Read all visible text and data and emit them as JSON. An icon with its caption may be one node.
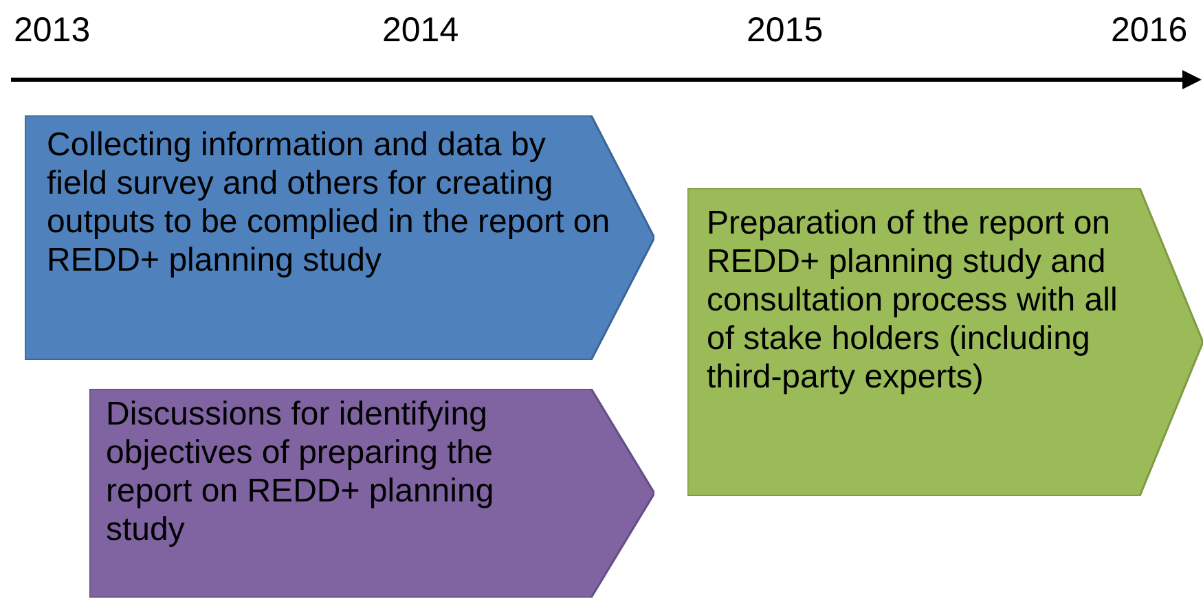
{
  "diagram": {
    "nodes": [
      {
        "text": [
          "Collecting information and data by field survey and others for creating outputs to be complied in the report on REDD+ planning study"
        ]
      },
      {
        "text": [
          "Discussions for identifying objectives of preparing the report on REDD+ planning study"
        ]
      },
      {
        "text": [
          "Preparation of the report on REDD+ planning study and consultation process with all of stake holders (including third-party experts)"
        ]
      }
    ],
    "labels": [
      "2013",
      "2014",
      "2015",
      "2016"
    ]
  }
}
